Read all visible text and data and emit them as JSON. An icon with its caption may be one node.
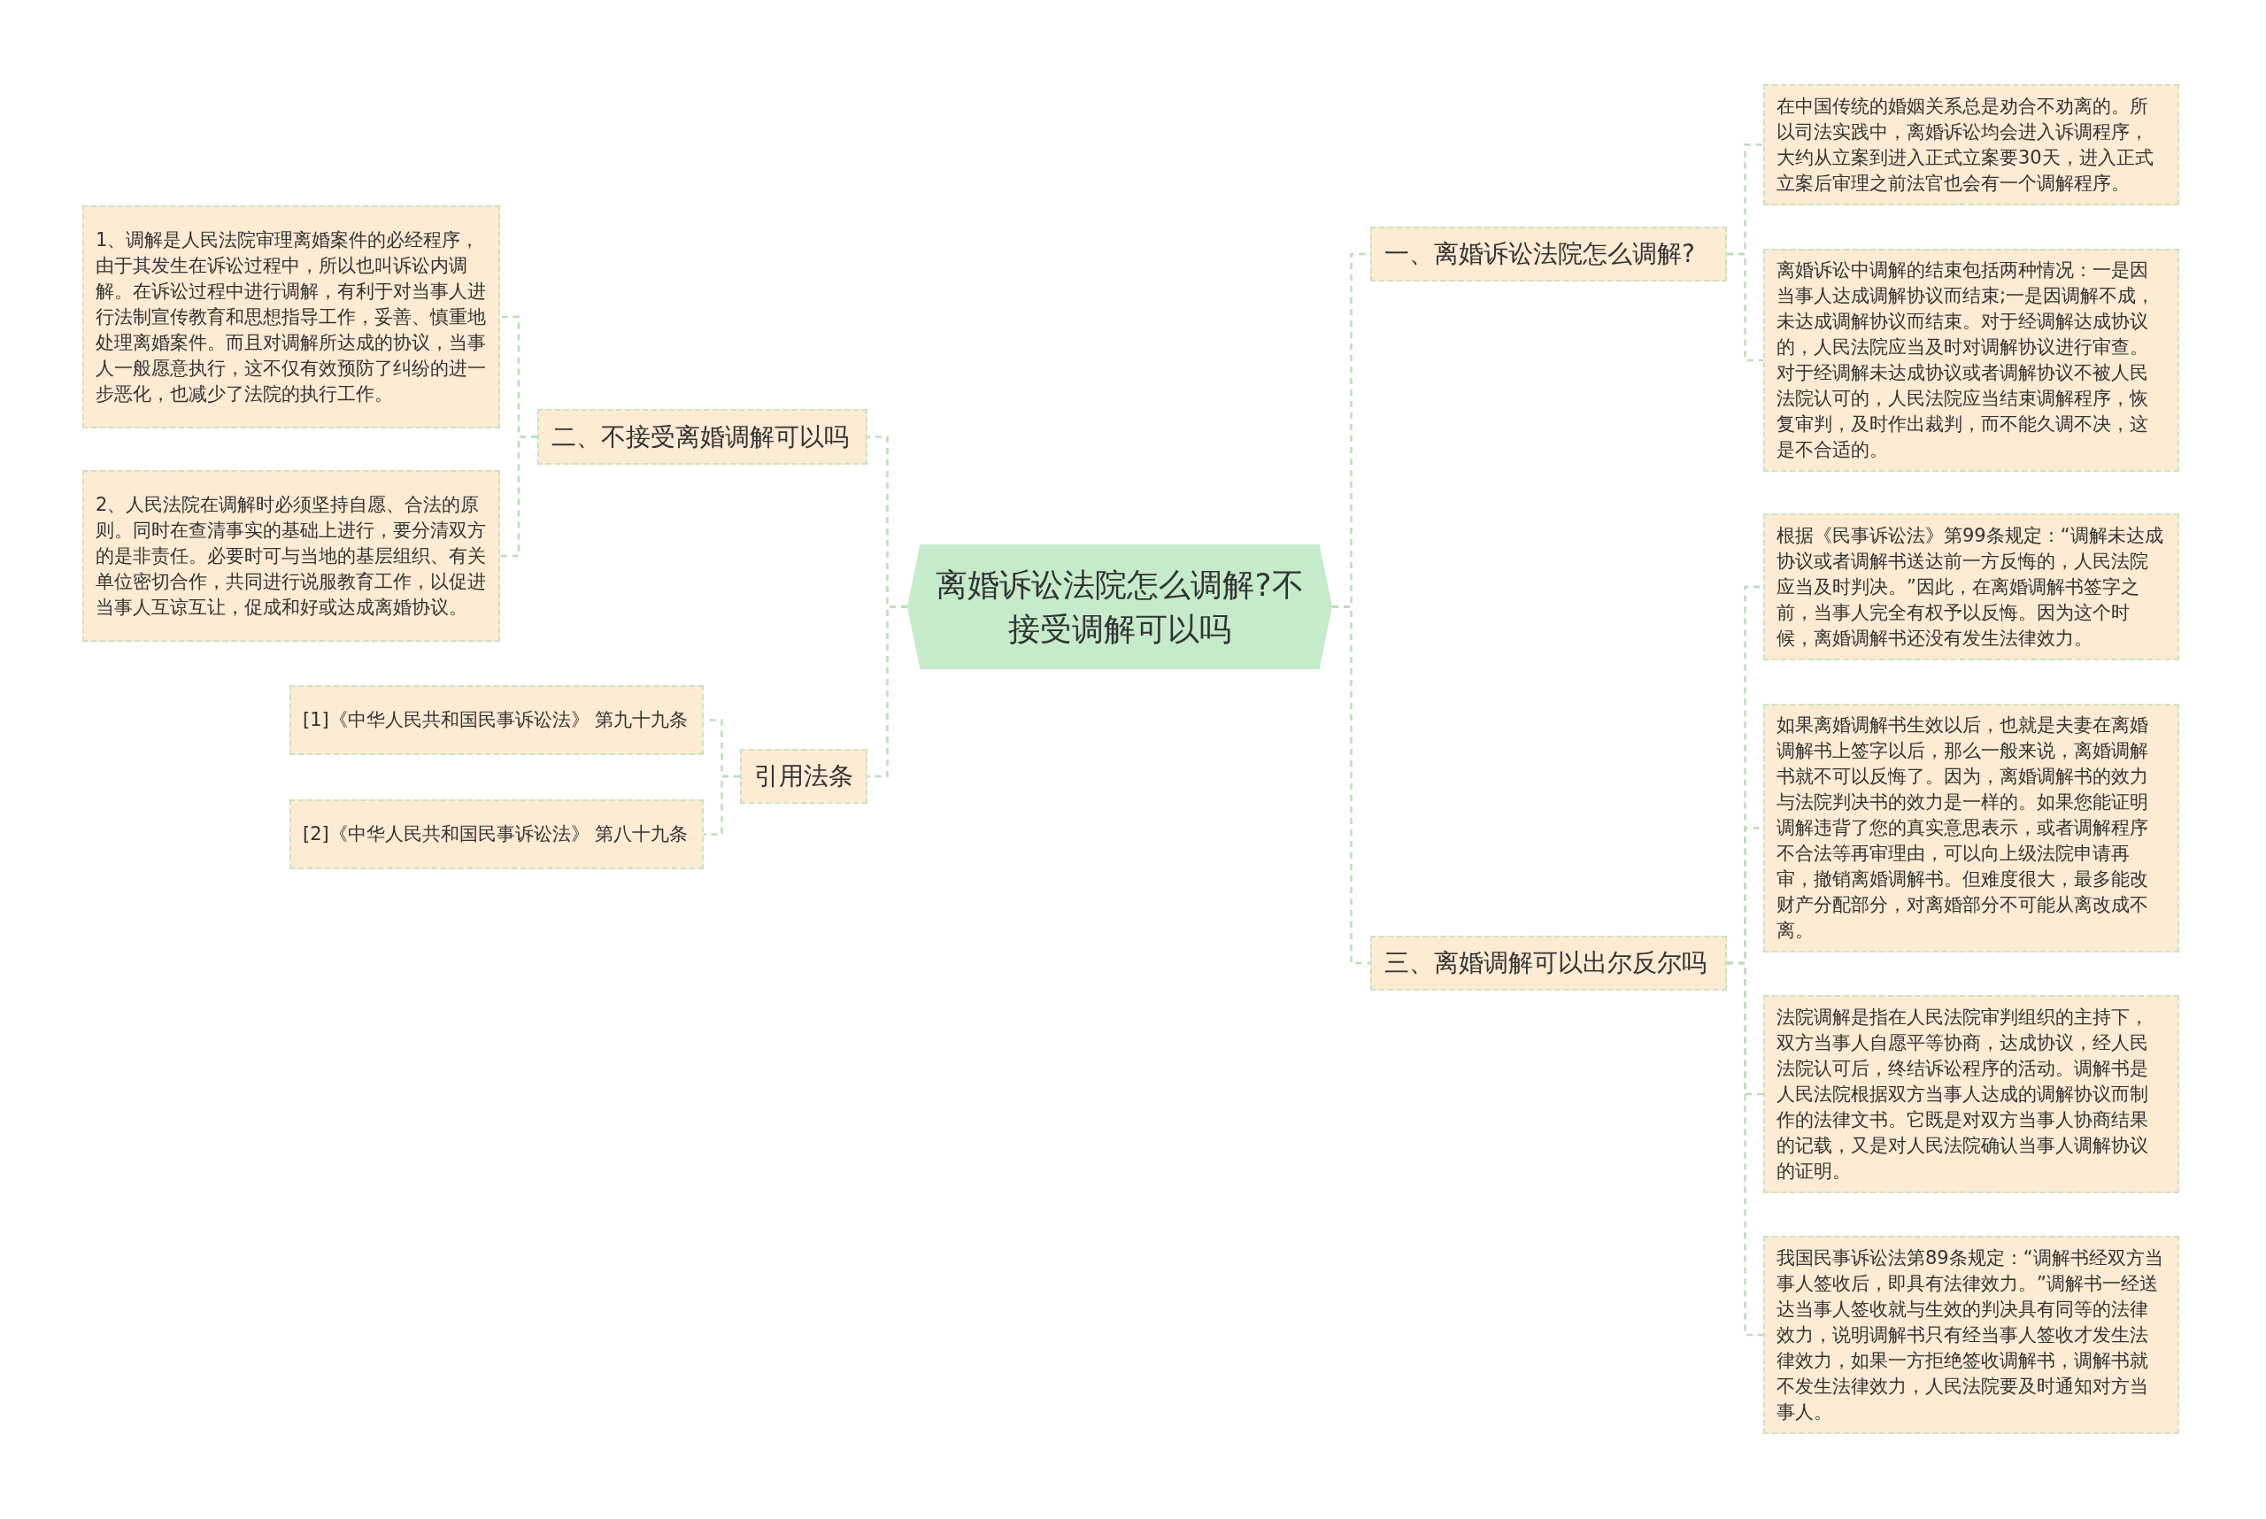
{
  "diagram": {
    "nodes": [
      {
        "text": [
          "离婚诉讼法院怎么调解?不接受调解可以吗"
        ]
      },
      {
        "text": [
          "一、离婚诉讼法院怎么调解?"
        ]
      },
      {
        "text": [
          "在中国传统的婚姻关系总是劝合不劝离的。所以司法实践中，离婚诉讼均会进入诉调程序，大约从立案到进入正式立案要30天，进入正式立案后审理之前法官也会有一个调解程序。"
        ]
      },
      {
        "text": [
          "离婚诉讼中调解的结束包括两种情况：一是因当事人达成调解协议而结束;一是因调解不成，未达成调解协议而结束。对于经调解达成协议的，人民法院应当及时对调解协议进行审查。对于经调解未达成协议或者调解协议不被人民法院认可的，人民法院应当结束调解程序，恢复审判，及时作出裁判，而不能久调不决，这是不合适的。"
        ]
      },
      {
        "text": [
          "三、离婚调解可以出尔反尔吗"
        ]
      },
      {
        "text": [
          "根据《民事诉讼法》第99条规定：“调解未达成协议或者调解书送达前一方反悔的，人民法院应当及时判决。”因此，在离婚调解书签字之前，当事人完全有权予以反悔。因为这个时候，离婚调解书还没有发生法律效力。"
        ]
      },
      {
        "text": [
          "如果离婚调解书生效以后，也就是夫妻在离婚调解书上签字以后，那么一般来说，离婚调解书就不可以反悔了。因为，离婚调解书的效力与法院判决书的效力是一样的。如果您能证明调解违背了您的真实意思表示，或者调解程序不合法等再审理由，可以向上级法院申请再审，撤销离婚调解书。但难度很大，最多能改财产分配部分，对离婚部分不可能从离改成不离。"
        ]
      },
      {
        "text": [
          "法院调解是指在人民法院审判组织的主持下，双方当事人自愿平等协商，达成协议，经人民法院认可后，终结诉讼程序的活动。调解书是人民法院根据双方当事人达成的调解协议而制作的法律文书。它既是对双方当事人协商结果的记载，又是对人民法院确认当事人调解协议的证明。"
        ]
      },
      {
        "text": [
          "我国民事诉讼法第89条规定：“调解书经双方当事人签收后，即具有法律效力。”调解书一经送达当事人签收就与生效的判决具有同等的法律效力，说明调解书只有经当事人签收才发生法律效力，如果一方拒绝签收调解书，调解书就不发生法律效力，人民法院要及时通知对方当事人。"
        ]
      },
      {
        "text": [
          "二、不接受离婚调解可以吗"
        ]
      },
      {
        "text": [
          "1、调解是人民法院审理离婚案件的必经程序，由于其发生在诉讼过程中，所以也叫诉讼内调解。在诉讼过程中进行调解，有利于对当事人进行法制宣传教育和思想指导工作，妥善、慎重地处理离婚案件。而且对调解所达成的协议，当事人一般愿意执行，这不仅有效预防了纠纷的进一步恶化，也减少了法院的执行工作。"
        ]
      },
      {
        "text": [
          "2、人民法院在调解时必须坚持自愿、合法的原则。同时在查清事实的基础上进行，要分清双方的是非责任。必要时可与当地的基层组织、有关单位密切合作，共同进行说服教育工作，以促进当事人互谅互让，促成和好或达成离婚协议。"
        ]
      },
      {
        "text": [
          "引用法条"
        ]
      },
      {
        "text": [
          "[1]《中华人民共和国民事诉讼法》 第九十九条"
        ]
      },
      {
        "text": [
          "[2]《中华人民共和国民事诉讼法》 第八十九条"
        ]
      }
    ],
    "edges": [
      {
        "from": 0,
        "to": 1,
        "arrow": "none"
      },
      {
        "from": 1,
        "to": 2,
        "arrow": "none"
      },
      {
        "from": 1,
        "to": 3,
        "arrow": "none"
      },
      {
        "from": 0,
        "to": 4,
        "arrow": "none"
      },
      {
        "from": 4,
        "to": 5,
        "arrow": "none"
      },
      {
        "from": 4,
        "to": 6,
        "arrow": "none"
      },
      {
        "from": 4,
        "to": 7,
        "arrow": "none"
      },
      {
        "from": 4,
        "to": 8,
        "arrow": "none"
      },
      {
        "from": 0,
        "to": 9,
        "arrow": "none"
      },
      {
        "from": 9,
        "to": 10,
        "arrow": "none"
      },
      {
        "from": 9,
        "to": 11,
        "arrow": "none"
      },
      {
        "from": 0,
        "to": 12,
        "arrow": "none"
      },
      {
        "from": 12,
        "to": 13,
        "arrow": "none"
      },
      {
        "from": 12,
        "to": 14,
        "arrow": "none"
      }
    ]
  }
}
